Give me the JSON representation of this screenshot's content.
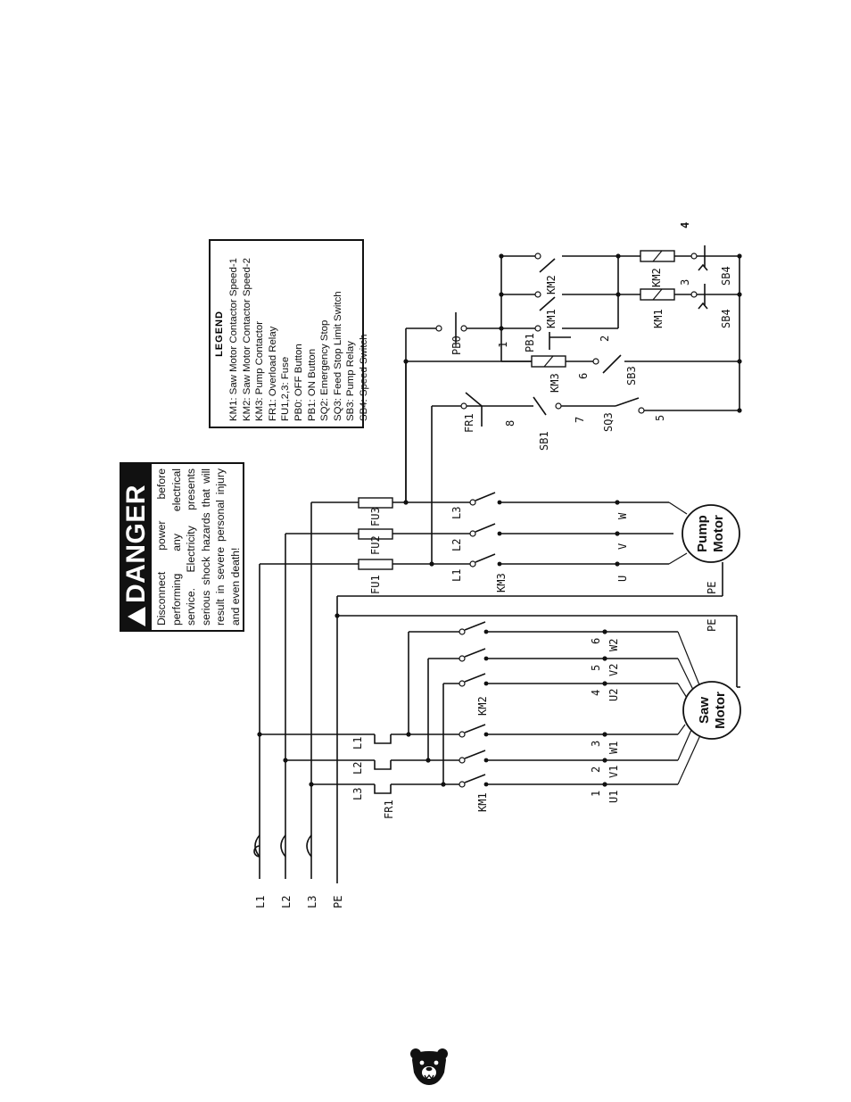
{
  "danger": {
    "title": "DANGER",
    "message": "Disconnect power before performing any electrical service. Electricity presents serious shock hazards that will result in severe personal injury and even death!"
  },
  "legend": {
    "title": "LEGEND",
    "items": [
      "KM1: Saw Motor Contactor Speed-1",
      "KM2: Saw Motor Contactor Speed-2",
      "KM3: Pump Contactor",
      "FR1: Overload Relay",
      "FU1,2,3: Fuse",
      "PB0: OFF Button",
      "PB1: ON Button",
      "SQ2: Emergency Stop",
      "SQ3: Feed Stop Limit Switch",
      "SB3: Pump Relay",
      "SB4: Speed Switch"
    ]
  },
  "supply": {
    "l1": "L1",
    "l2": "L2",
    "l3": "L3",
    "pe": "PE"
  },
  "saw_circuit": {
    "overload": "FR1",
    "km1": "KM1",
    "km2": "KM2",
    "in_l1": "L1",
    "in_l2": "L2",
    "in_l3": "L3",
    "t1": "1",
    "t2": "2",
    "t3": "3",
    "t4": "4",
    "t5": "5",
    "t6": "6",
    "u1": "U1",
    "v1": "V1",
    "w1": "W1",
    "u2": "U2",
    "v2": "V2",
    "w2": "W2",
    "motor_line1": "Saw",
    "motor_line2": "Motor",
    "pe": "PE"
  },
  "pump_circuit": {
    "fu1": "FU1",
    "fu2": "FU2",
    "fu3": "FU3",
    "km3": "KM3",
    "l1": "L1",
    "l2": "L2",
    "l3": "L3",
    "u": "U",
    "v": "V",
    "w": "W",
    "motor_line1": "Pump",
    "motor_line2": "Motor",
    "pe": "PE"
  },
  "control_circuit": {
    "pb0": "PB0",
    "pb1": "PB1",
    "km1_contact": "KM1",
    "km2_contact": "KM2",
    "km3_coil": "KM3",
    "km1_coil": "KM1",
    "km2_coil": "KM2",
    "sb3": "SB3",
    "sb4a": "SB4",
    "sb4b": "SB4",
    "fr1": "FR1",
    "sb1": "SB1",
    "sq3": "SQ3",
    "n1": "1",
    "n2": "2",
    "n3": "3",
    "n4": "4",
    "n5": "5",
    "n6": "6",
    "n7": "7",
    "n8": "8"
  }
}
